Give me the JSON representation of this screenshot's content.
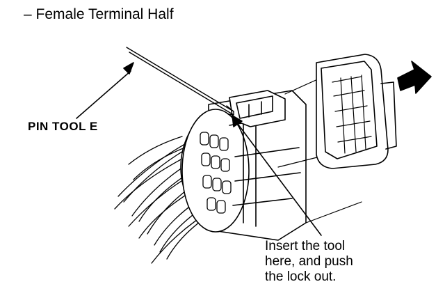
{
  "title": "– Female Terminal Half",
  "pin_tool_label": "PIN TOOL E",
  "instruction_lines": [
    "Insert the tool",
    "here, and push",
    "the lock out."
  ],
  "colors": {
    "ink": "#000000",
    "paper": "#ffffff"
  }
}
